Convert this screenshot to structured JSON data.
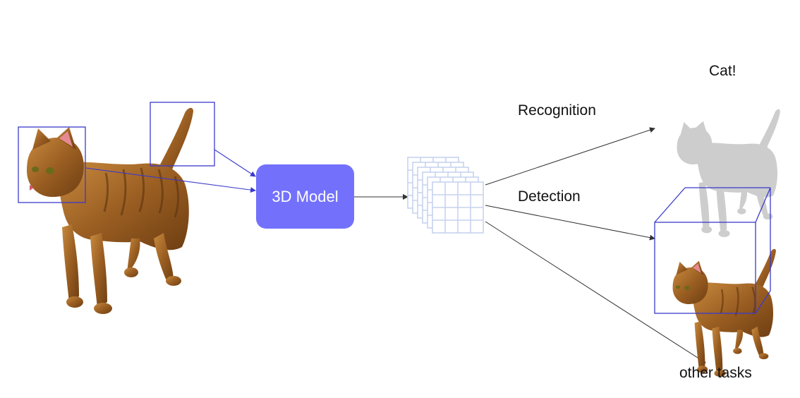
{
  "model": {
    "label": "3D Model",
    "color": "#7371fc"
  },
  "tasks": {
    "recognition": "Recognition",
    "detection": "Detection",
    "other": "other tasks"
  },
  "recognition_result": "Cat!",
  "colors": {
    "selection_box": "#3a3acb",
    "feature_grid": "#c7d3ee",
    "arrow": "#333333",
    "cat_fur": "#a86a2c",
    "cat_faded": "#c8c8c8"
  }
}
